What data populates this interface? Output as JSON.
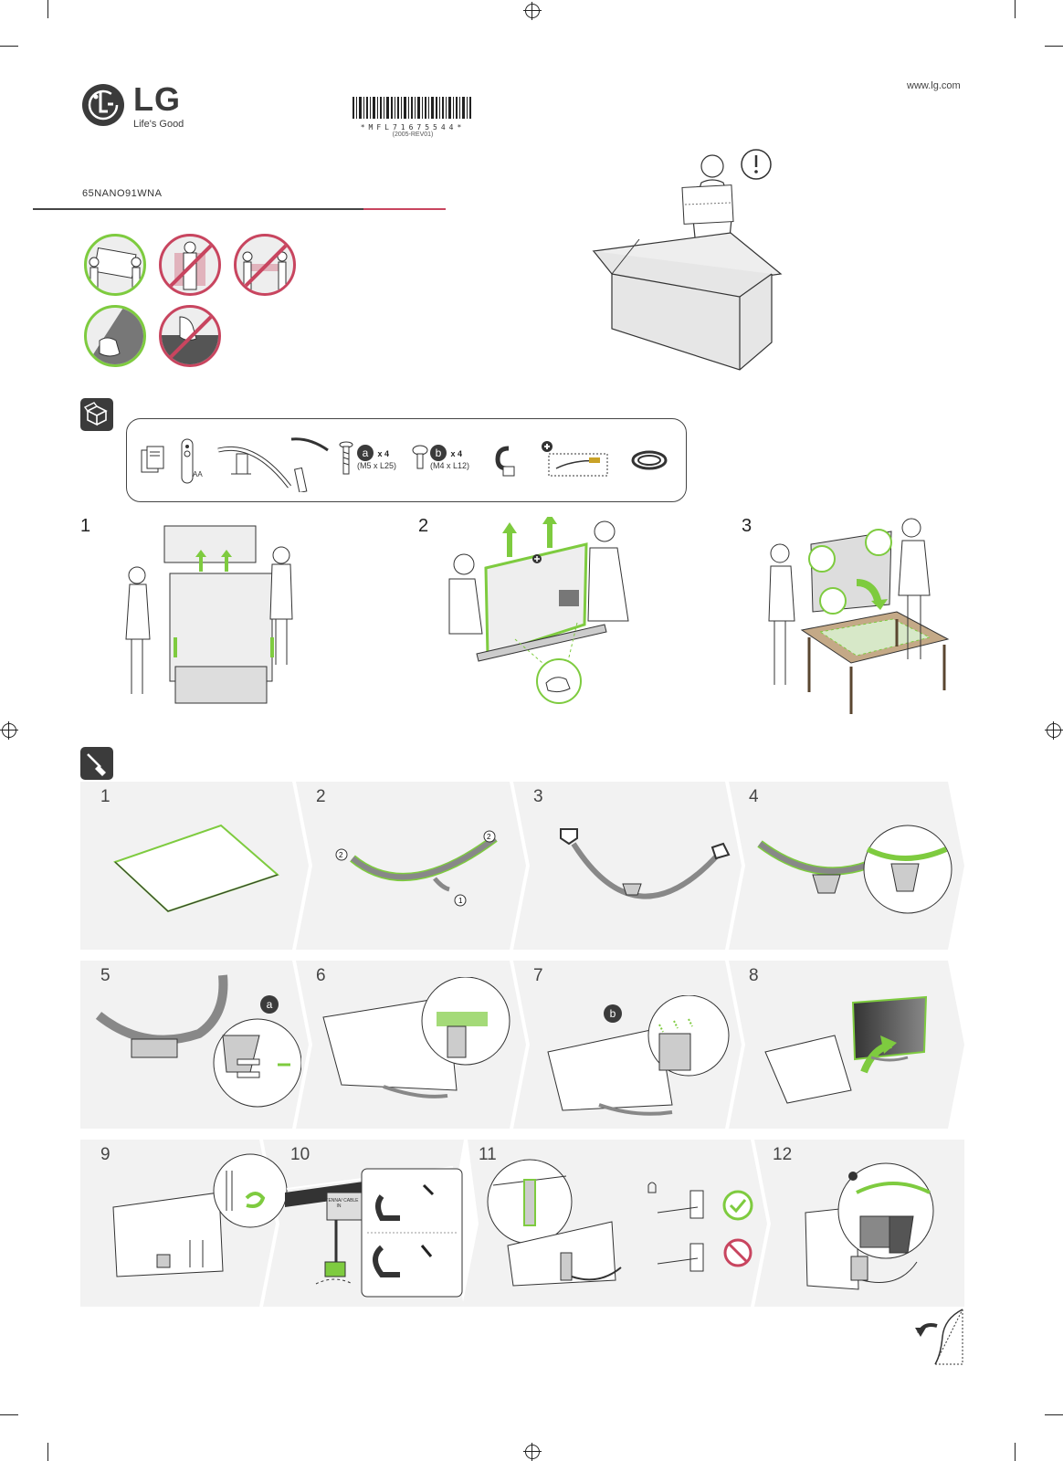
{
  "header": {
    "brand": "LG",
    "slogan": "Life's Good",
    "url": "www.lg.com",
    "model": "65NANO91WNA",
    "barcode_text": "*MFL71675544*",
    "revision": "(2005-REV01)"
  },
  "parts": {
    "items": [
      {
        "icon": "manual-icon"
      },
      {
        "icon": "remote-control-icon",
        "label": "AA"
      },
      {
        "icon": "stand-base-icon"
      },
      {
        "icon": "cable-holder-icon"
      },
      {
        "icon": "screw-icon",
        "letter": "a",
        "qty": "x 4",
        "spec": "(M5 x L25)"
      },
      {
        "icon": "screw-icon",
        "letter": "b",
        "qty": "x 4",
        "spec": "(M4 x L12)"
      },
      {
        "icon": "cable-clip-icon"
      },
      {
        "icon": "av-cable-icon"
      },
      {
        "icon": "power-cord-icon"
      }
    ]
  },
  "unpack_steps": [
    "1",
    "2",
    "3"
  ],
  "assembly_steps": [
    "1",
    "2",
    "3",
    "4",
    "5",
    "6",
    "7",
    "8",
    "9",
    "10",
    "11",
    "12"
  ],
  "step5_part": "a",
  "step7_part": "b",
  "step10_label": "ANTENNA/ CABLE IN",
  "colors": {
    "accent_green": "#7ecb3f",
    "warning_red": "#c8455f",
    "panel_gray": "#f2f2f2",
    "dark": "#3b3b3b"
  }
}
